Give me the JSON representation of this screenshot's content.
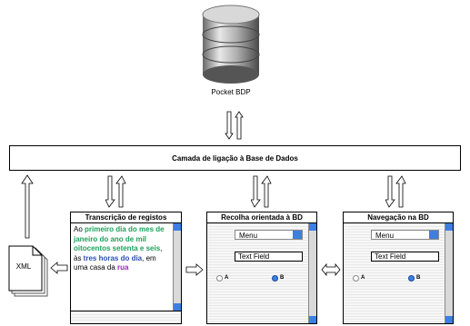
{
  "database": {
    "label": "Pocket BDP"
  },
  "layer": {
    "label": "Camada de ligação à Base de Dados"
  },
  "xml_doc": {
    "label": "XML"
  },
  "windows": [
    {
      "title": "Transcrição de registos"
    },
    {
      "title": "Recolha orientada à BD",
      "menu": "Menu",
      "text_field": "Text Field",
      "radio_a": "A",
      "radio_b": "B"
    },
    {
      "title": "Navegação na BD",
      "menu": "Menu",
      "text_field": "Text Field",
      "radio_a": "A",
      "radio_b": "B"
    }
  ],
  "transcription": {
    "t1": "Ao ",
    "t2": "primeiro dia do mes de janeiro do ano de mil oitocentos setenta e seis",
    "t3": ", às ",
    "t4": "tres horas do dia",
    "t5": ", em uma casa da ",
    "t6": "rua"
  },
  "colors": {
    "accent": "#3d7fe0",
    "green": "#1fa15a",
    "blue": "#2a4fb0",
    "purple": "#a020c0"
  }
}
